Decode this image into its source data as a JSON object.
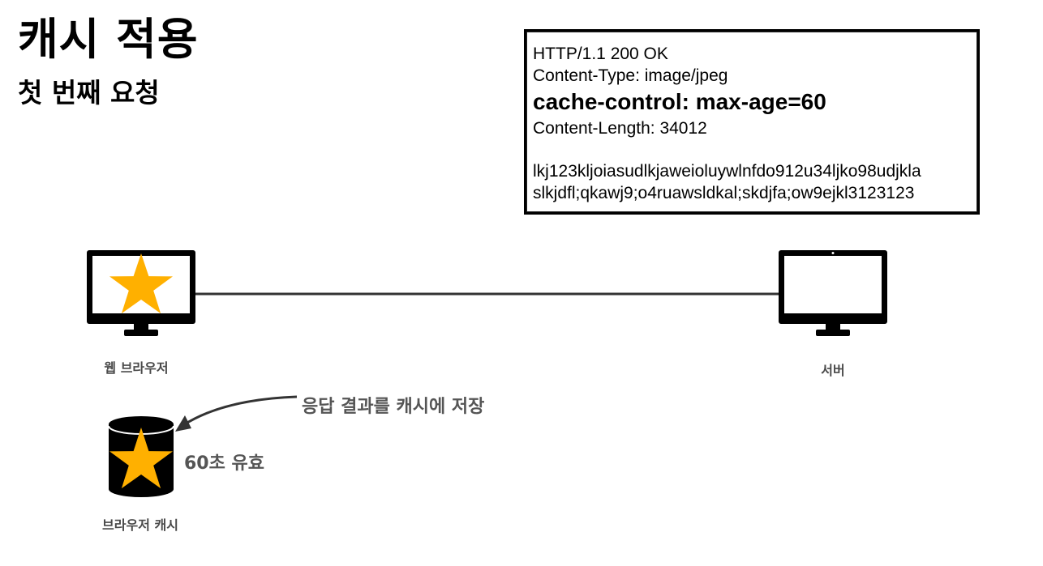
{
  "title": "캐시 적용",
  "subtitle": "첫 번째 요청",
  "response": {
    "status_line": "HTTP/1.1 200 OK",
    "content_type": "Content-Type: image/jpeg",
    "cache_control": "cache-control: max-age=60",
    "content_length": "Content-Length: 34012",
    "body_line_1": "lkj123kljoiasudlkjaweioluywlnfdo912u34ljko98udjkla",
    "body_line_2": "slkjdfl;qkawj9;o4ruawsldkal;skdjfa;ow9ejkl3123123"
  },
  "nodes": {
    "browser_label": "웹 브라우저",
    "server_label": "서버",
    "cache_label": "브라우저 캐시"
  },
  "annotations": {
    "store_label": "응답 결과를 캐시에 저장",
    "validity_label": "60초 유효"
  },
  "colors": {
    "star": "#FFB000",
    "device": "#000000",
    "connector": "#333333",
    "label_text": "#4a4a4a"
  }
}
